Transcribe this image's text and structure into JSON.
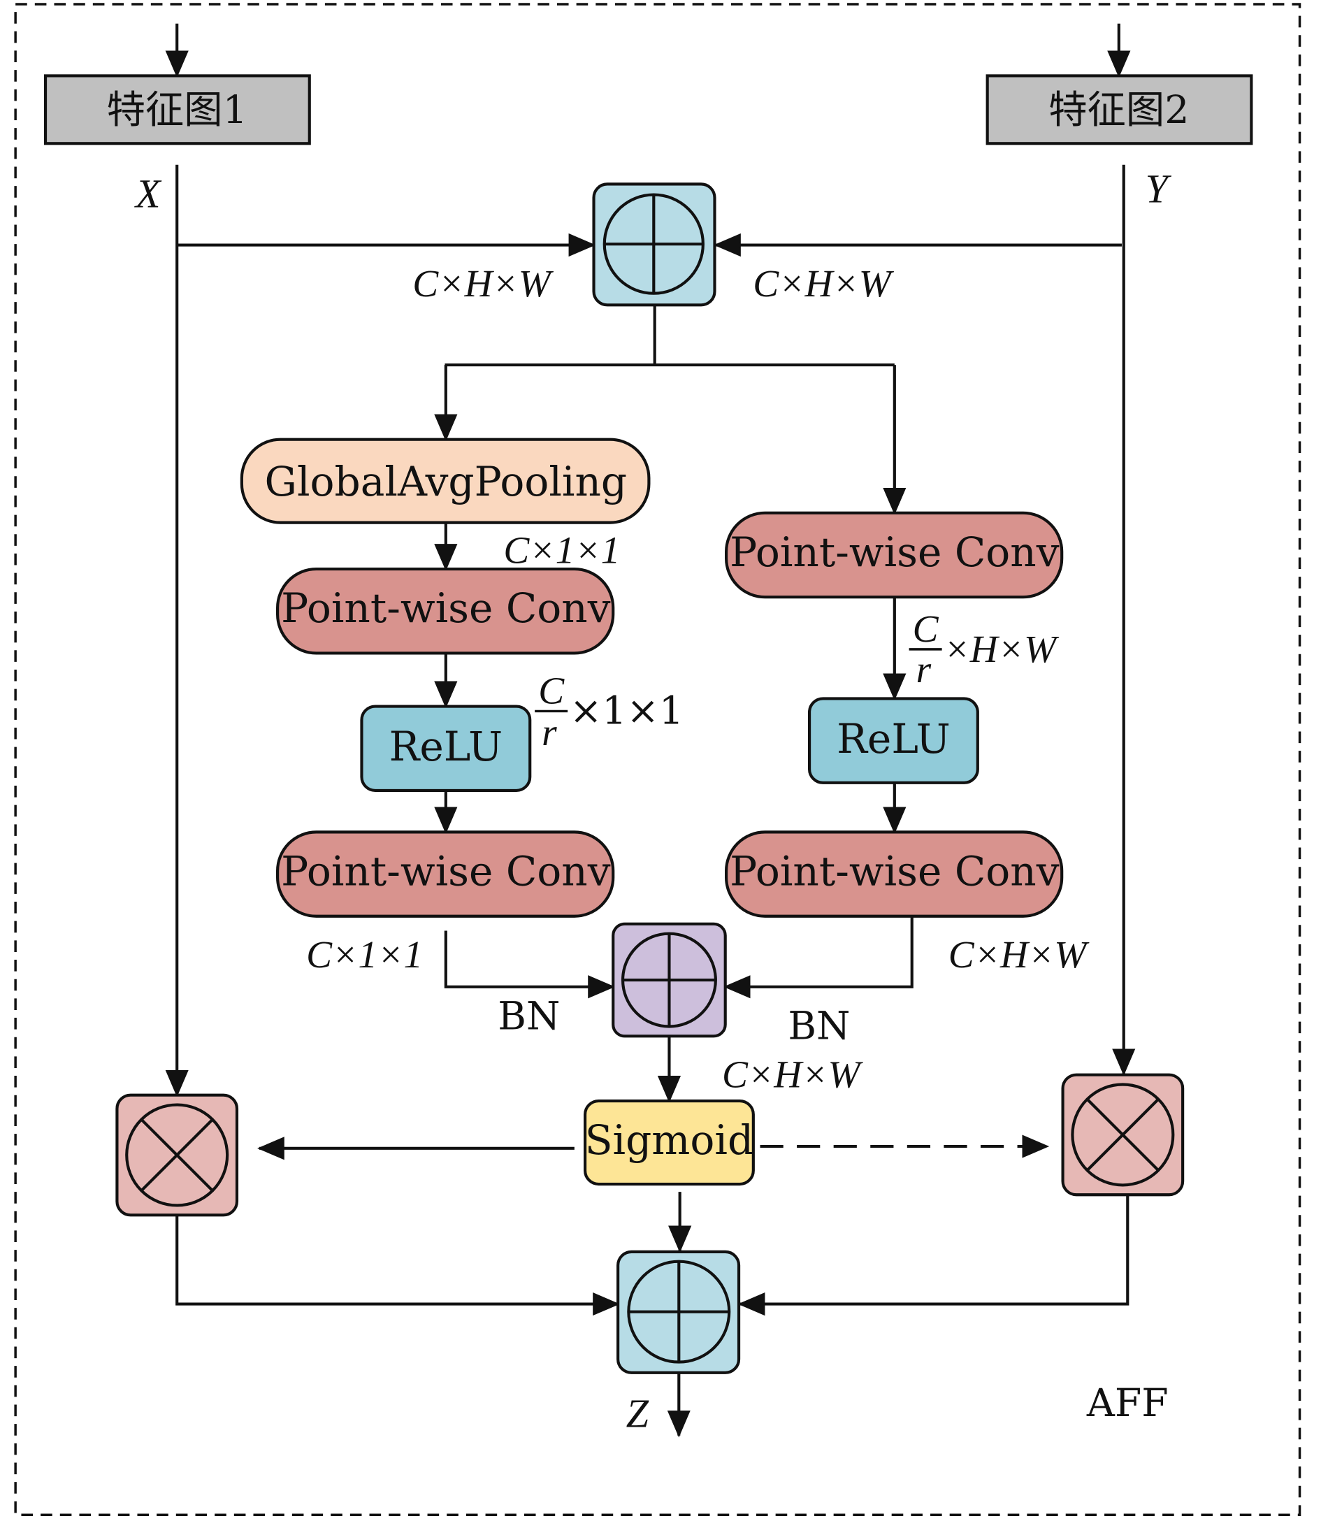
{
  "diagram": {
    "title": "AFF",
    "inputs": {
      "feature1": "特征图1",
      "feature2": "特征图2",
      "x_label": "X",
      "y_label": "Y"
    },
    "dims": {
      "chw": "C×H×W",
      "c11": "C×1×1",
      "cr_num": "C",
      "cr_den": "r",
      "x11": "×1×1",
      "xhw": "×H×W"
    },
    "blocks": {
      "gap": "GlobalAvgPooling",
      "pwconv": "Point-wise Conv",
      "relu": "ReLU",
      "sigmoid": "Sigmoid",
      "bn": "BN"
    },
    "output_label": "Z",
    "colors": {
      "gray": "#c0c0c0",
      "add_blue": "#b7dce6",
      "peach": "#fad8bf",
      "conv_red": "#d8938e",
      "relu_blue": "#91cbd9",
      "add_purple": "#cdbfdc",
      "sigmoid_yellow": "#fde596",
      "mult_pink": "#e6b8b5"
    }
  }
}
